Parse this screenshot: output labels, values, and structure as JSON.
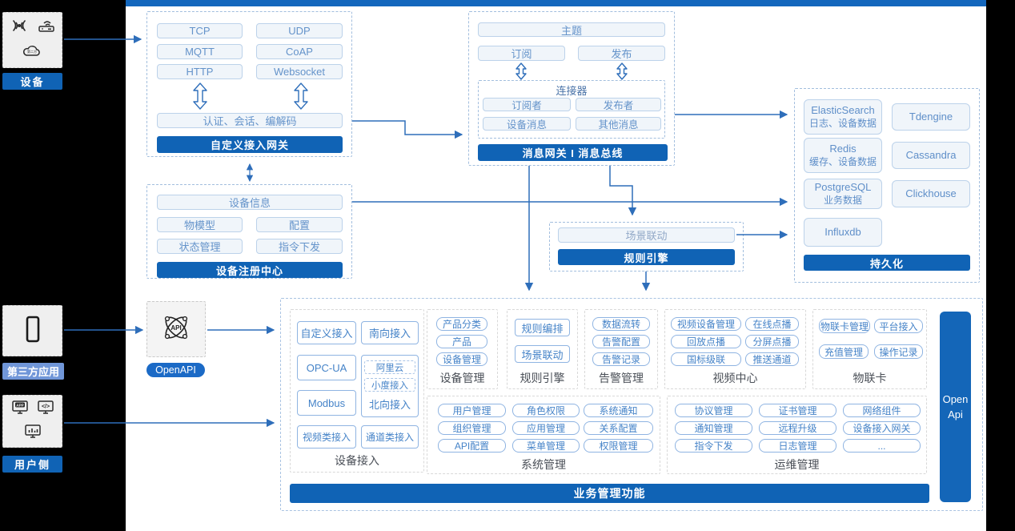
{
  "colors": {
    "accent_blue": "#1063b5",
    "arrow_blue": "#2e6eba",
    "light_box_bg": "#f0f5fa",
    "light_box_border": "#bcd2ea",
    "light_text": "#6493ca",
    "bottom_item_border": "#8fb4e2",
    "bottom_item_text": "#4583c8",
    "third_party_label_bg": "#7096d8"
  },
  "left": {
    "device": {
      "label": "设备"
    },
    "third_party": {
      "label": "第三方应用"
    },
    "user_side": {
      "label": "用户侧"
    }
  },
  "gateway": {
    "protocols": [
      "TCP",
      "UDP",
      "MQTT",
      "CoAP",
      "HTTP",
      "Websocket"
    ],
    "auth": "认证、会话、编解码",
    "title": "自定义接入网关"
  },
  "bus": {
    "topic": "主题",
    "subscribe": "订阅",
    "publish": "发布",
    "connector_title": "连接器",
    "connector_items": [
      "订阅者",
      "发布者",
      "设备消息",
      "其他消息"
    ],
    "title": "消息网关 I 消息总线"
  },
  "registry": {
    "info": "设备信息",
    "items": [
      "物模型",
      "配置",
      "状态管理",
      "指令下发"
    ],
    "title": "设备注册中心"
  },
  "rule": {
    "scene": "场景联动",
    "title": "规则引擎"
  },
  "persistence": {
    "stores": [
      {
        "name": "ElasticSearch",
        "desc": "日志、设备数据"
      },
      {
        "name": "Tdengine",
        "desc": ""
      },
      {
        "name": "Redis",
        "desc": "缓存、设备数据"
      },
      {
        "name": "Cassandra",
        "desc": ""
      },
      {
        "name": "PostgreSQL",
        "desc": "业务数据"
      },
      {
        "name": "Clickhouse",
        "desc": ""
      },
      {
        "name": "Influxdb",
        "desc": ""
      }
    ],
    "title": "持久化"
  },
  "openapi": {
    "label": "OpenAPI"
  },
  "business": {
    "title": "业务管理功能",
    "open_api": {
      "line1": "Open",
      "line2": "Api"
    },
    "device_access": {
      "label": "设备接入",
      "items": [
        "自定义接入",
        "南向接入",
        "OPC-UA",
        "Modbus",
        "视频类接入",
        "通道类接入"
      ],
      "north_inner": [
        "阿里云",
        "小度接入"
      ],
      "north_label": "北向接入"
    },
    "device_mgmt": {
      "label": "设备管理",
      "items": [
        "产品分类",
        "产品",
        "设备管理"
      ]
    },
    "rule_engine": {
      "label": "规则引擎",
      "items": [
        "规则编排",
        "场景联动"
      ]
    },
    "alarm": {
      "label": "告警管理",
      "items": [
        "数据流转",
        "告警配置",
        "告警记录"
      ]
    },
    "video": {
      "label": "视频中心",
      "items": [
        "视频设备管理",
        "在线点播",
        "回放点播",
        "分屏点播",
        "国标级联",
        "推送通道"
      ]
    },
    "iot_card": {
      "label": "物联卡",
      "items": [
        "物联卡管理",
        "平台接入",
        "充值管理",
        "操作记录"
      ]
    },
    "system": {
      "label": "系统管理",
      "items": [
        "用户管理",
        "角色权限",
        "系统通知",
        "组织管理",
        "应用管理",
        "关系配置",
        "API配置",
        "菜单管理",
        "权限管理"
      ]
    },
    "ops": {
      "label": "运维管理",
      "items": [
        "协议管理",
        "证书管理",
        "网络组件",
        "通知管理",
        "远程升级",
        "设备接入网关",
        "指令下发",
        "日志管理",
        "..."
      ]
    }
  }
}
